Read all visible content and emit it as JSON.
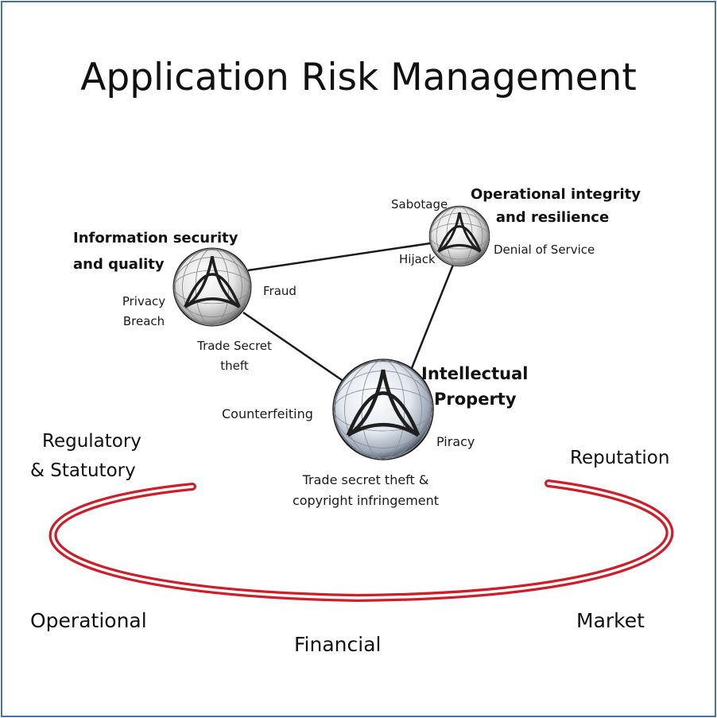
{
  "title": "Application Risk Management",
  "accent_colors": {
    "frame": "#4a6fa5",
    "ring": "#cc1f2a",
    "sphere_lines": "#2b2b2b"
  },
  "nodes": {
    "info_security": {
      "title_lines": [
        "Information security",
        "and quality"
      ],
      "icon": "globe-icon"
    },
    "operational_integrity": {
      "title_lines": [
        "Operational integrity",
        "and resilience"
      ],
      "icon": "globe-icon"
    },
    "intellectual_property": {
      "title_lines": [
        "Intellectual",
        "Property"
      ],
      "icon": "globe-icon"
    }
  },
  "threats": {
    "privacy_breach": [
      "Privacy",
      "Breach"
    ],
    "fraud": "Fraud",
    "trade_secret_theft": [
      "Trade Secret",
      "theft"
    ],
    "sabotage": "Sabotage",
    "hijack": "Hijack",
    "denial_of_service": "Denial of Service",
    "counterfeiting": "Counterfeiting",
    "piracy": "Piracy",
    "trade_secret_copyright": [
      "Trade secret theft &",
      "copyright infringement"
    ]
  },
  "risk_categories": {
    "regulatory": [
      "Regulatory",
      "& Statutory"
    ],
    "reputation": "Reputation",
    "operational": "Operational",
    "market": "Market",
    "financial": "Financial"
  }
}
